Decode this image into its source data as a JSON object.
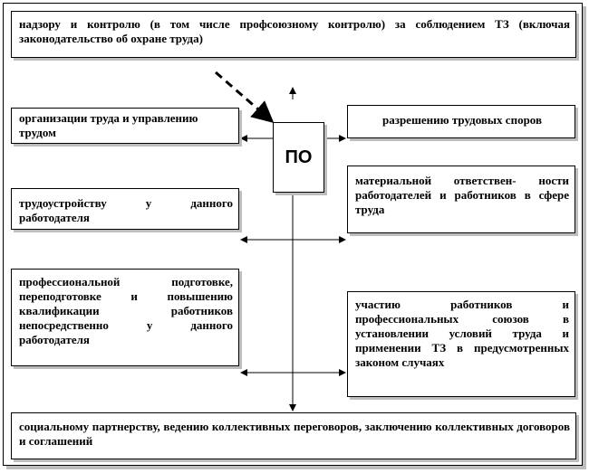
{
  "center": {
    "label": "ПО"
  },
  "boxes": {
    "top": "надзору и контролю (в том числе профсоюзному контролю) за соблюдением ТЗ (включая законодательство об охране труда)",
    "left1": "организации труда и управлению трудом",
    "right1": "разрешению трудовых споров",
    "left2": "трудоустройству у данного работодателя",
    "right2": "материальной ответствен- ности работодателей и работников в сфере труда",
    "left3": "профессиональной подготовке, переподготовке и повышению квалификации работников непосредственно у данного работодателя",
    "right3": "участию работников и профессиональных союзов в установлении условий труда и применении ТЗ в предусмотренных законом случаях",
    "bottom": "социальному партнерству, ведению коллективных переговоров, заключению коллективных договоров и соглашений"
  }
}
